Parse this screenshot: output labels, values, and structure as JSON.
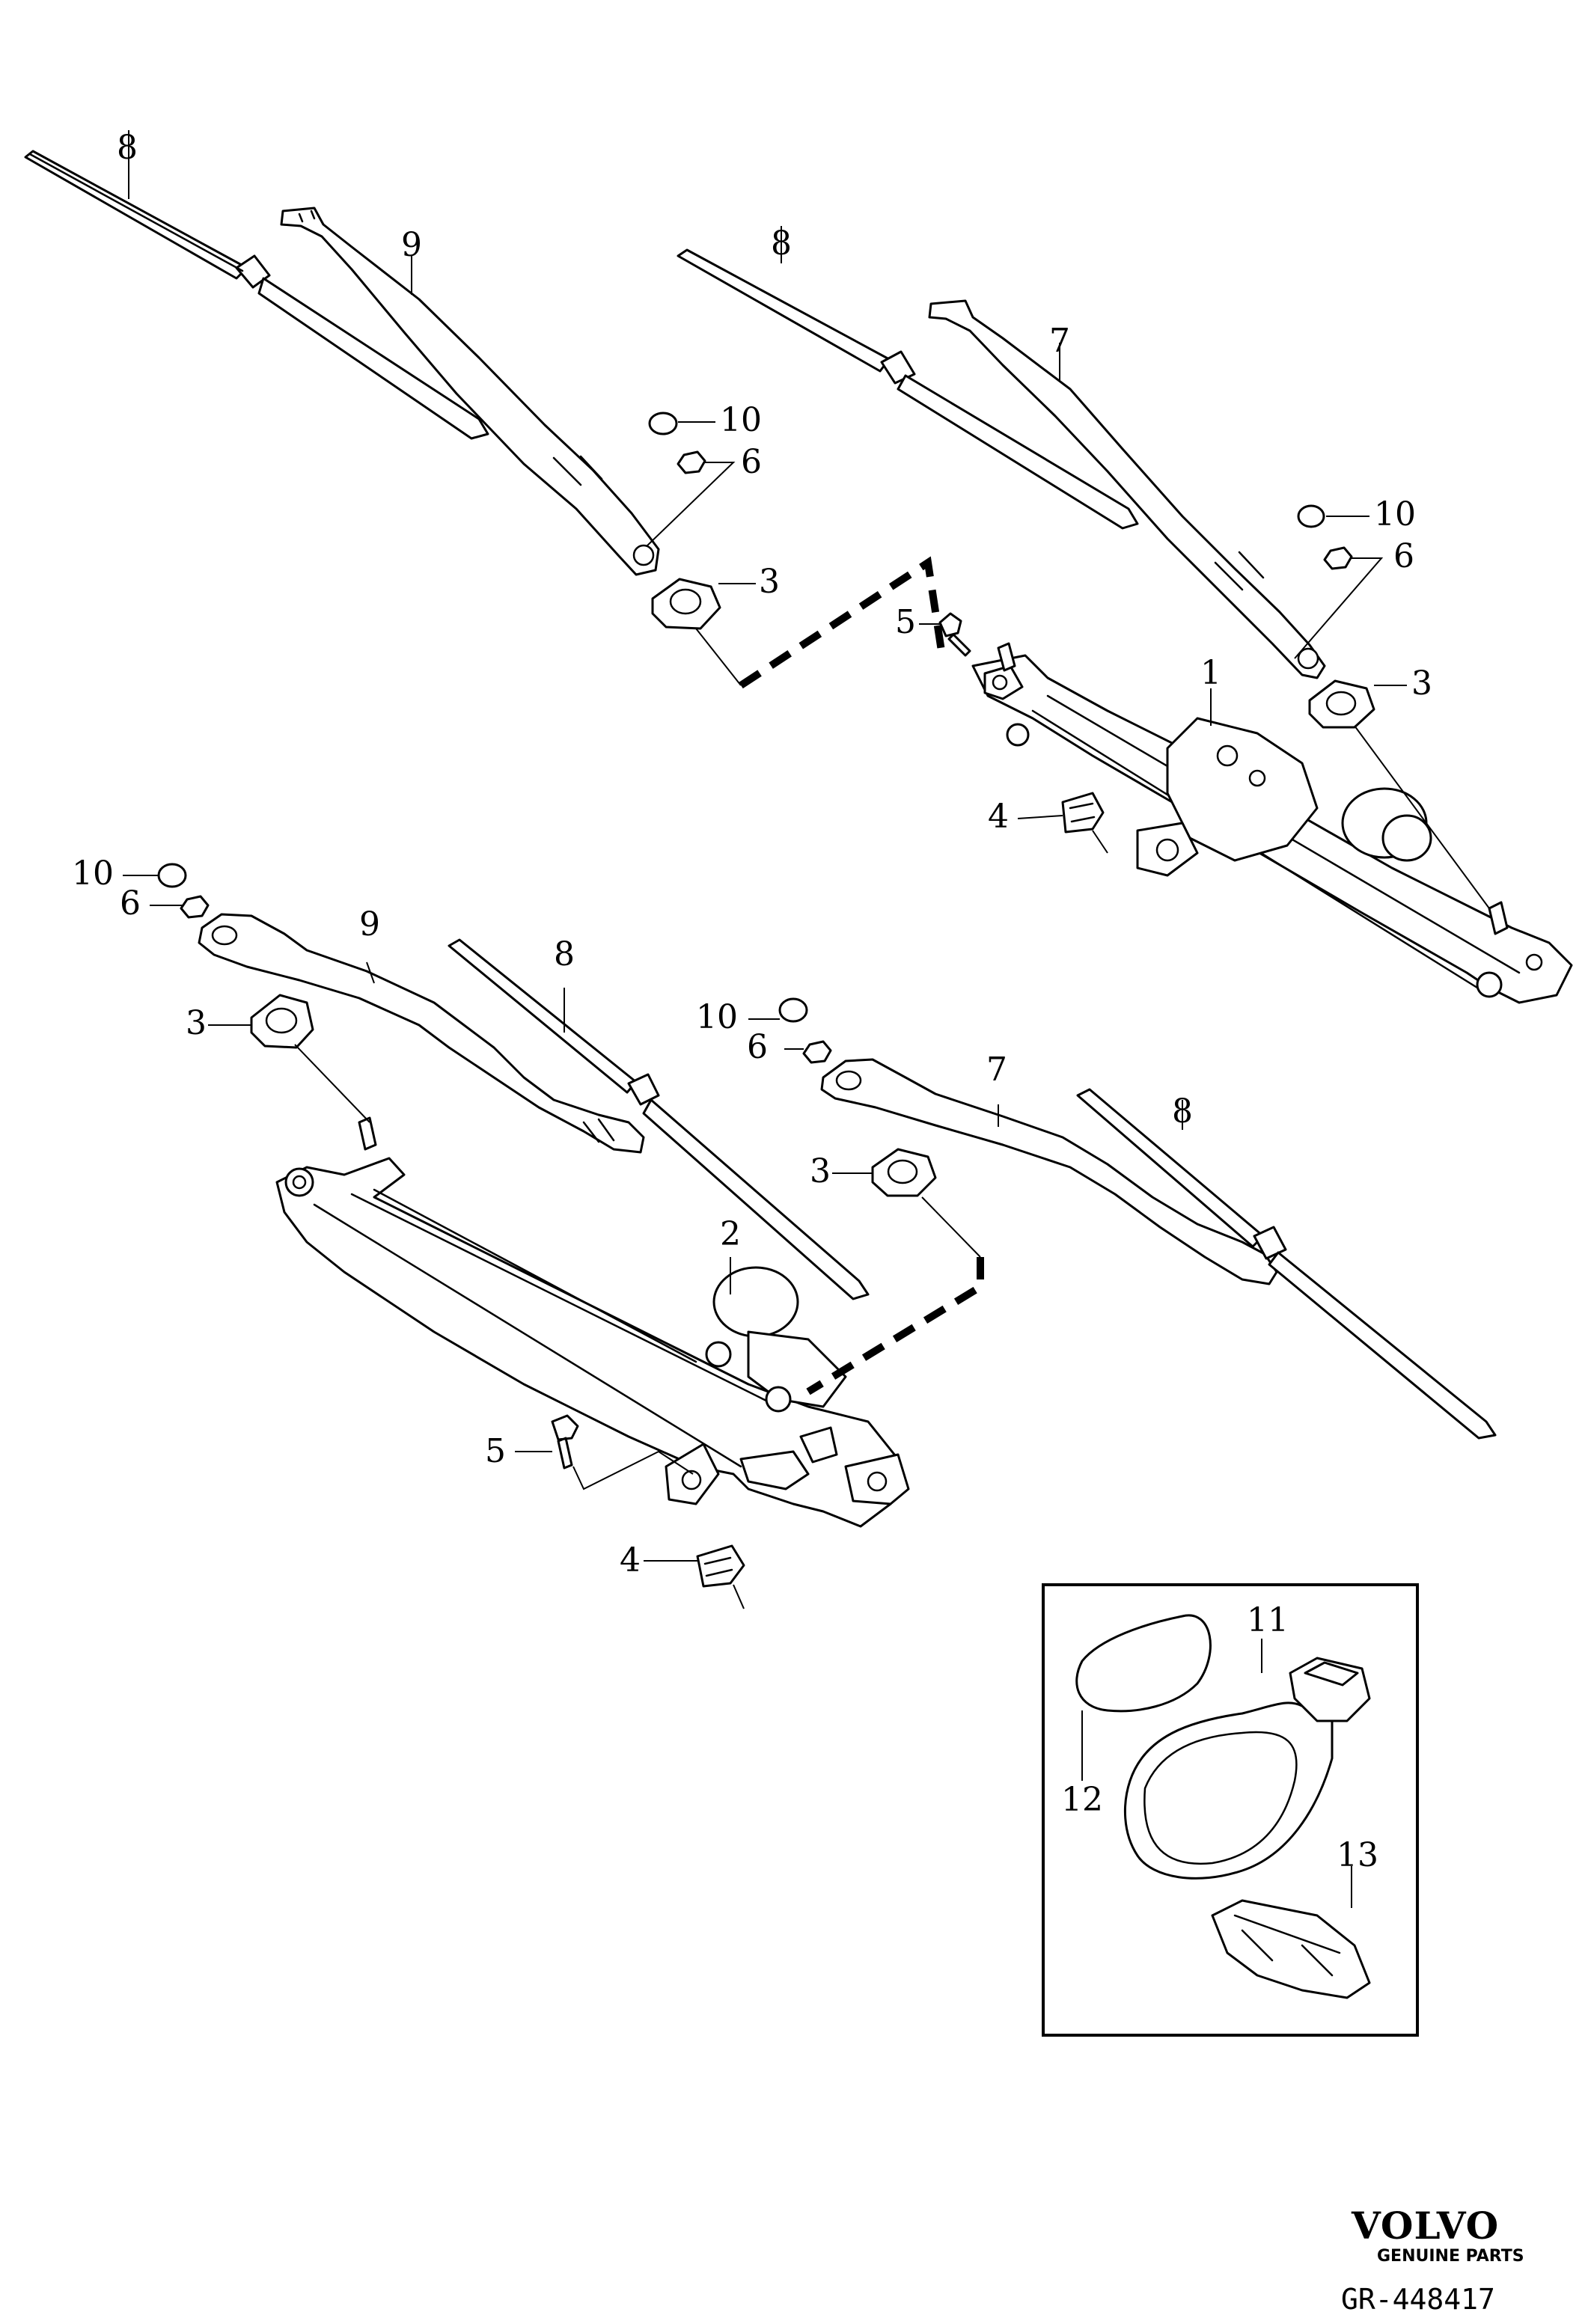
{
  "callouts": {
    "c1": "1",
    "c2": "2",
    "c3": "3",
    "c4": "4",
    "c5": "5",
    "c6": "6",
    "c7": "7",
    "c8": "8",
    "c9": "9",
    "c10": "10",
    "c11": "11",
    "c12": "12",
    "c13": "13"
  },
  "brand": {
    "name": "VOLVO",
    "tagline": "GENUINE PARTS"
  },
  "reference": "GR-448417"
}
